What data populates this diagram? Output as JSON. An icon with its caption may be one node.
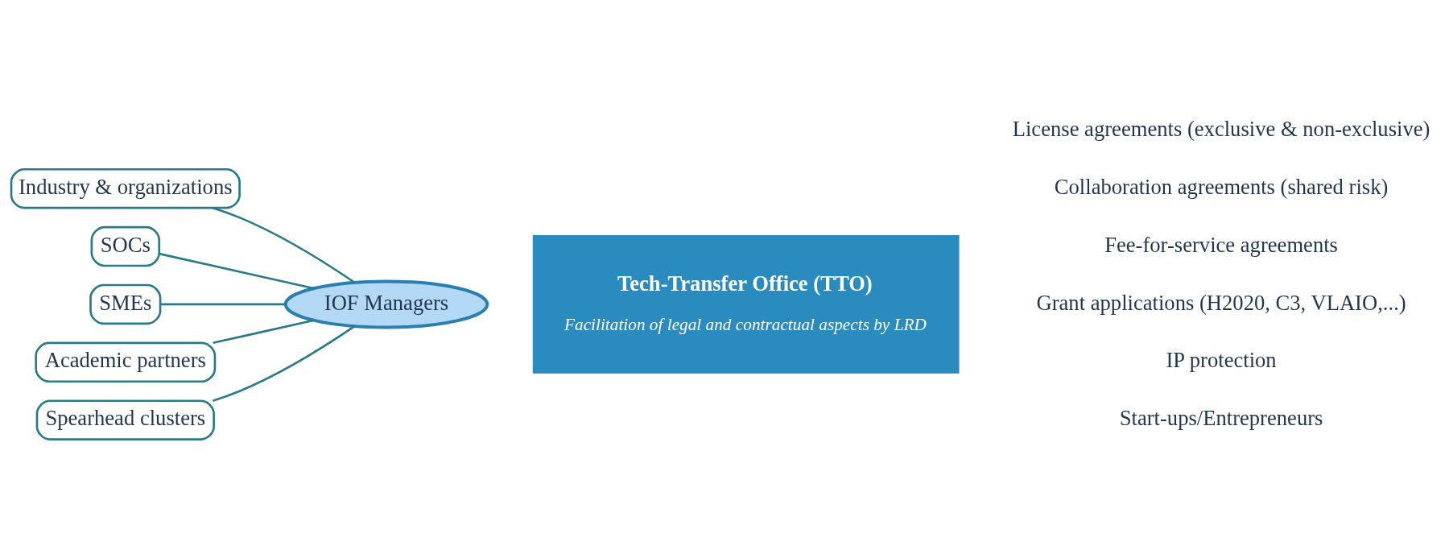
{
  "diagram": {
    "nodes": [
      {
        "text": [
          "IOF Managers"
        ]
      },
      {
        "text": [
          "Industry & organizations"
        ]
      },
      {
        "text": [
          "SOCs"
        ]
      },
      {
        "text": [
          "SMEs"
        ]
      },
      {
        "text": [
          "Academic partners"
        ]
      },
      {
        "text": [
          "Spearhead clusters"
        ]
      },
      {
        "text": [
          "Tech-Transfer Office (TTO)",
          "Facilitation of legal and contractual aspects by LRD"
        ]
      }
    ],
    "edges": [
      {
        "from": 1,
        "to": 0,
        "arrow": "none"
      },
      {
        "from": 2,
        "to": 0,
        "arrow": "none"
      },
      {
        "from": 3,
        "to": 0,
        "arrow": "none"
      },
      {
        "from": 4,
        "to": 0,
        "arrow": "none"
      },
      {
        "from": 5,
        "to": 0,
        "arrow": "none"
      }
    ],
    "labels": [
      "License agreements (exclusive & non-exclusive)",
      "Collaboration agreements (shared risk)",
      "Fee-for-service agreements",
      "Grant applications (H2020, C3, VLAIO,...)",
      "IP protection",
      "Start-ups/Entrepreneurs"
    ]
  }
}
